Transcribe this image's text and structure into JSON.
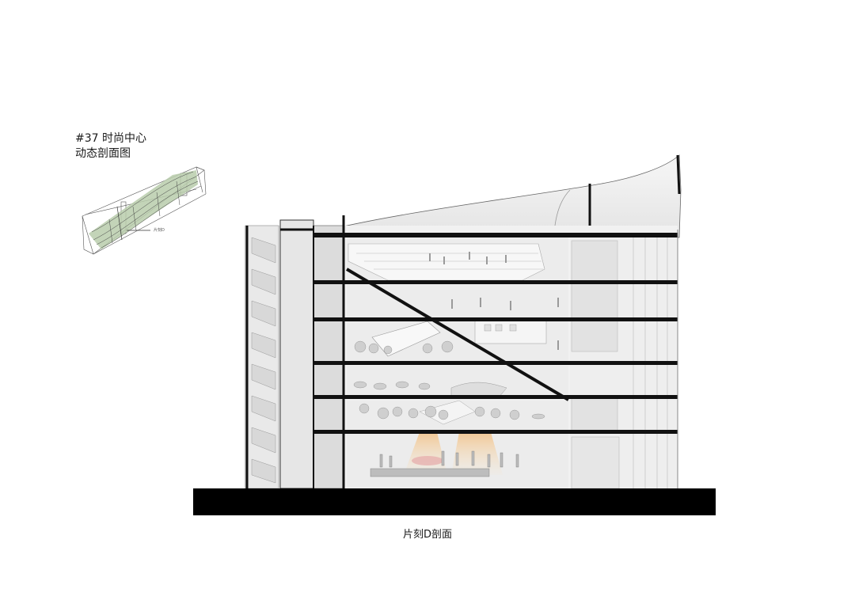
{
  "header": {
    "line1": "#37 时尚中心",
    "line2": "动态剖面图"
  },
  "key_plan": {
    "label": "片刻D"
  },
  "caption": "片刻D剖面"
}
